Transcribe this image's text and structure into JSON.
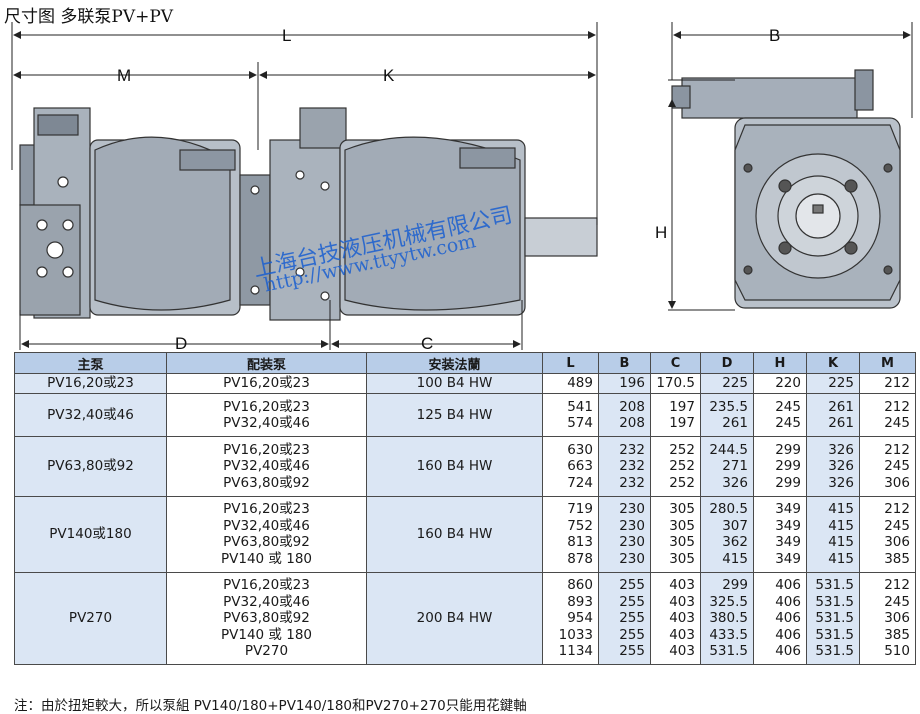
{
  "title": "尺寸图  多联泵PV+PV",
  "dims": {
    "L": "L",
    "M": "M",
    "K": "K",
    "D": "D",
    "C": "C",
    "B": "B",
    "H": "H"
  },
  "watermark": {
    "line1": "上海台技液压机械有限公司",
    "line2": "http://www.ttyytw.com"
  },
  "table": {
    "headers": [
      "主泵",
      "配装泵",
      "安装法蘭",
      "L",
      "B",
      "C",
      "D",
      "H",
      "K",
      "M"
    ],
    "rows": [
      {
        "main": "PV16,20或23",
        "pairs": [
          "PV16,20或23"
        ],
        "flange": "100 B4 HW",
        "L": [
          "489"
        ],
        "B": [
          "196"
        ],
        "C": [
          "170.5"
        ],
        "D": [
          "225"
        ],
        "H": [
          "220"
        ],
        "K": [
          "225"
        ],
        "M": [
          "212"
        ]
      },
      {
        "main": "PV32,40或46",
        "pairs": [
          "PV16,20或23",
          "PV32,40或46"
        ],
        "flange": "125 B4 HW",
        "L": [
          "541",
          "574"
        ],
        "B": [
          "208",
          "208"
        ],
        "C": [
          "197",
          "197"
        ],
        "D": [
          "235.5",
          "261"
        ],
        "H": [
          "245",
          "245"
        ],
        "K": [
          "261",
          "261"
        ],
        "M": [
          "212",
          "245"
        ]
      },
      {
        "main": "PV63,80或92",
        "pairs": [
          "PV16,20或23",
          "PV32,40或46",
          "PV63,80或92"
        ],
        "flange": "160 B4 HW",
        "L": [
          "630",
          "663",
          "724"
        ],
        "B": [
          "232",
          "232",
          "232"
        ],
        "C": [
          "252",
          "252",
          "252"
        ],
        "D": [
          "244.5",
          "271",
          "326"
        ],
        "H": [
          "299",
          "299",
          "299"
        ],
        "K": [
          "326",
          "326",
          "326"
        ],
        "M": [
          "212",
          "245",
          "306"
        ]
      },
      {
        "main": "PV140或180",
        "pairs": [
          "PV16,20或23",
          "PV32,40或46",
          "PV63,80或92",
          "PV140 或 180"
        ],
        "flange": "160 B4 HW",
        "L": [
          "719",
          "752",
          "813",
          "878"
        ],
        "B": [
          "230",
          "230",
          "230",
          "230"
        ],
        "C": [
          "305",
          "305",
          "305",
          "305"
        ],
        "D": [
          "280.5",
          "307",
          "362",
          "415"
        ],
        "H": [
          "349",
          "349",
          "349",
          "349"
        ],
        "K": [
          "415",
          "415",
          "415",
          "415"
        ],
        "M": [
          "212",
          "245",
          "306",
          "385"
        ]
      },
      {
        "main": "PV270",
        "pairs": [
          "PV16,20或23",
          "PV32,40或46",
          "PV63,80或92",
          "PV140 或 180",
          "PV270"
        ],
        "flange": "200 B4 HW",
        "L": [
          "860",
          "893",
          "954",
          "1033",
          "1134"
        ],
        "B": [
          "255",
          "255",
          "255",
          "255",
          "255"
        ],
        "C": [
          "403",
          "403",
          "403",
          "403",
          "403"
        ],
        "D": [
          "299",
          "325.5",
          "380.5",
          "433.5",
          "531.5"
        ],
        "H": [
          "406",
          "406",
          "406",
          "406",
          "406"
        ],
        "K": [
          "531.5",
          "531.5",
          "531.5",
          "531.5",
          "531.5"
        ],
        "M": [
          "212",
          "245",
          "306",
          "385",
          "510"
        ]
      }
    ]
  },
  "note": "注：由於扭矩較大，所以泵組 PV140/180+PV140/180和PV270+270只能用花鍵軸"
}
